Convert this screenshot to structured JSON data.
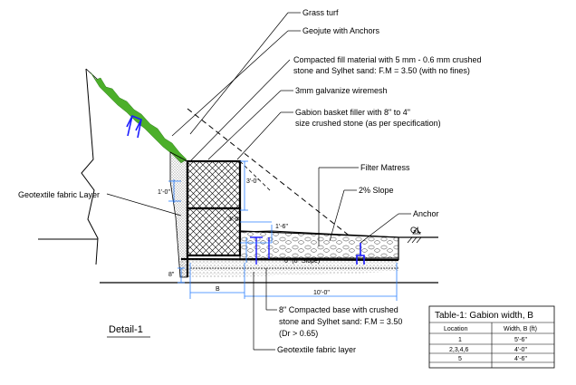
{
  "labels": {
    "grass_turf": "Grass turf",
    "geojute": "Geojute with Anchors",
    "fill_line1": "Compacted fill material with 5 mm - 0.6 mm crushed",
    "fill_line2": "stone and Sylhet sand:  F.M = 3.50 (with no fines)",
    "wiremesh": "3mm galvanize wiremesh",
    "gabion_line1": "Gabion basket filler with 8\" to 4\"",
    "gabion_line2": "size crushed stone  (as per specification)",
    "filter_matress": "Filter Matress",
    "slope_2pct": "2% Slope",
    "anchor": "Anchor",
    "gl": "GL",
    "geotextile_layer_top": "Geotextile fabric Layer",
    "base_line1": "8\" Compacted base with crushed",
    "base_line2": "stone and Sylhet sand:  F.M = 3.50",
    "base_line3": "(Dr > 0.65)",
    "geotextile_layer_bottom": "Geotextile fabric layer",
    "detail": "Detail-1"
  },
  "dimensions": {
    "d_1_0": "1'-0\"",
    "d_3_0_top": "3'-0\"",
    "d_3_0_mid": "3'-0\"",
    "d_1_6": "1'-6\"",
    "d_6_slope": "6\" (6\" Slope)",
    "d_8": "8\"",
    "d_b": "B",
    "d_10_0": "10'-0\""
  },
  "table": {
    "title": "Table-1: Gabion width, B",
    "headers": [
      "Location",
      "Width, B (ft)"
    ],
    "rows": [
      [
        "1",
        "5'-6\""
      ],
      [
        "2,3,4,6",
        "4'-0\""
      ],
      [
        "5",
        "4'-6\""
      ]
    ]
  },
  "colors": {
    "grass": "#4caf2a",
    "anchor_blue": "#1a1aff",
    "dim_blue": "#2a7fff",
    "line": "#000000"
  }
}
